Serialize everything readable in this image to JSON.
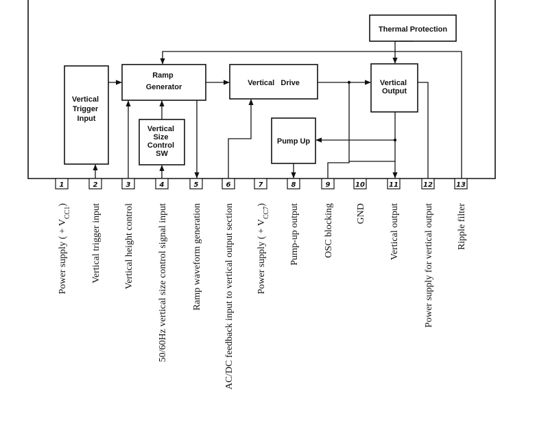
{
  "blocks": {
    "thermal_protection": [
      "Thermal Protection"
    ],
    "ramp_generator": [
      "Ramp",
      "Generator"
    ],
    "vertical_drive": [
      "Vertical   Drive"
    ],
    "vertical_output": [
      "Vertical",
      "Output"
    ],
    "vertical_trigger_input": [
      "Vertical",
      "Trigger",
      "Input"
    ],
    "vertical_size_control_sw": [
      "Vertical",
      "Size",
      "Control",
      "SW"
    ],
    "pump_up": [
      "Pump Up"
    ]
  },
  "pins": [
    {
      "number": "1",
      "label": "Power supply ( + V",
      "sub": "CC1",
      "tail": ")"
    },
    {
      "number": "2",
      "label": "Vertical trigger input"
    },
    {
      "number": "3",
      "label": "Vertical height control"
    },
    {
      "number": "4",
      "label": "50/60Hz vertical size control signal input"
    },
    {
      "number": "5",
      "label": "Ramp waveform generation"
    },
    {
      "number": "6",
      "label": "AC/DC feedback input to vertical output section"
    },
    {
      "number": "7",
      "label": "Power supply ( + V",
      "sub": "CC7",
      "tail": ")"
    },
    {
      "number": "8",
      "label": "Pump-up output"
    },
    {
      "number": "9",
      "label": "OSC blocking"
    },
    {
      "number": "10",
      "label": "GND"
    },
    {
      "number": "11",
      "label": "Vertical output"
    },
    {
      "number": "12",
      "label": "Power supply for vertical output"
    },
    {
      "number": "13",
      "label": "Ripple filter"
    }
  ]
}
